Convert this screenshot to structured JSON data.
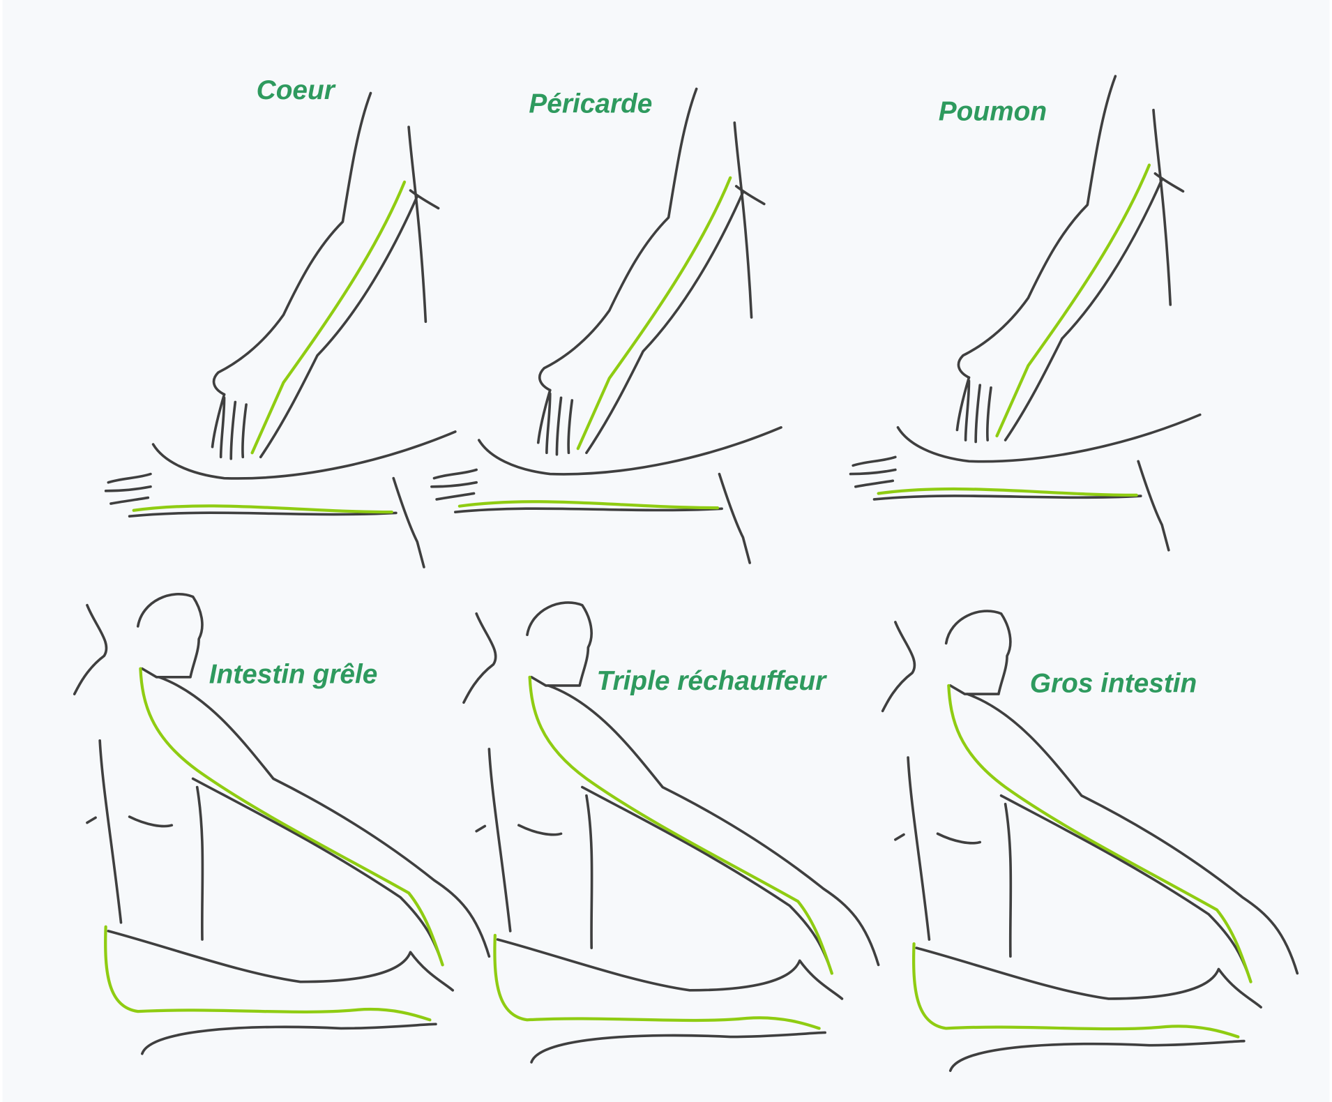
{
  "colors": {
    "label": "#2e9a5e",
    "meridian": "#8fcc12",
    "outline": "#3f3f3f",
    "background": "#f7f9fb"
  },
  "panels": [
    {
      "label": "Coeur"
    },
    {
      "label": "Péricarde"
    },
    {
      "label": "Poumon"
    },
    {
      "label": "Intestin grêle"
    },
    {
      "label": "Triple réchauffeur"
    },
    {
      "label": "Gros intestin"
    }
  ]
}
